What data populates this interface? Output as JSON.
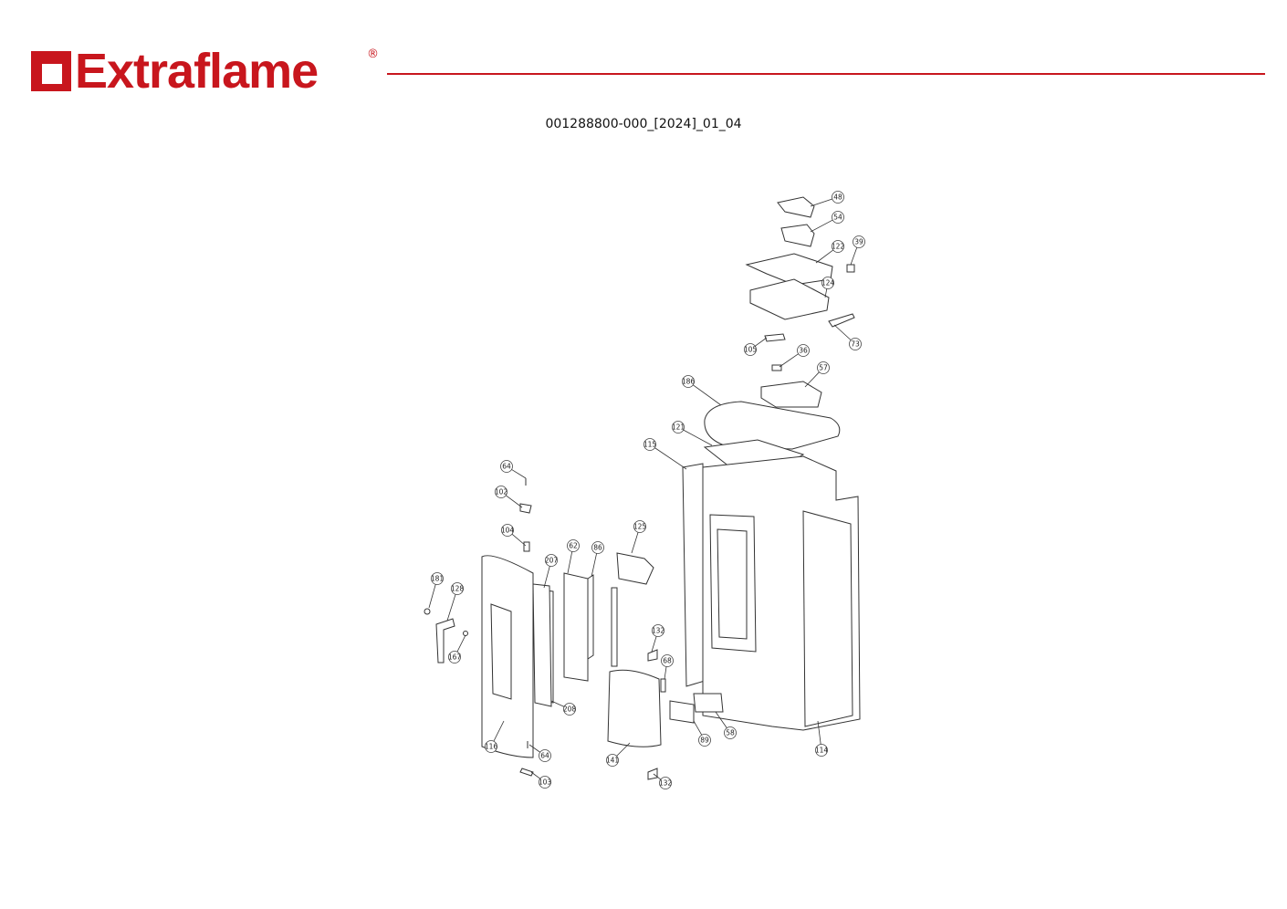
{
  "header": {
    "brand": "Extraflame",
    "registered_mark": "®",
    "document_id": "001288800-000_[2024]_01_04",
    "accent_color": "#c8161d"
  },
  "diagram": {
    "type": "exploded parts view",
    "callouts": [
      "48",
      "54",
      "122",
      "39",
      "124",
      "73",
      "105",
      "36",
      "57",
      "186",
      "121",
      "115",
      "64",
      "102",
      "104",
      "125",
      "207",
      "62",
      "86",
      "181",
      "128",
      "167",
      "132",
      "68",
      "116",
      "208",
      "64",
      "103",
      "141",
      "132",
      "89",
      "58",
      "114"
    ]
  }
}
